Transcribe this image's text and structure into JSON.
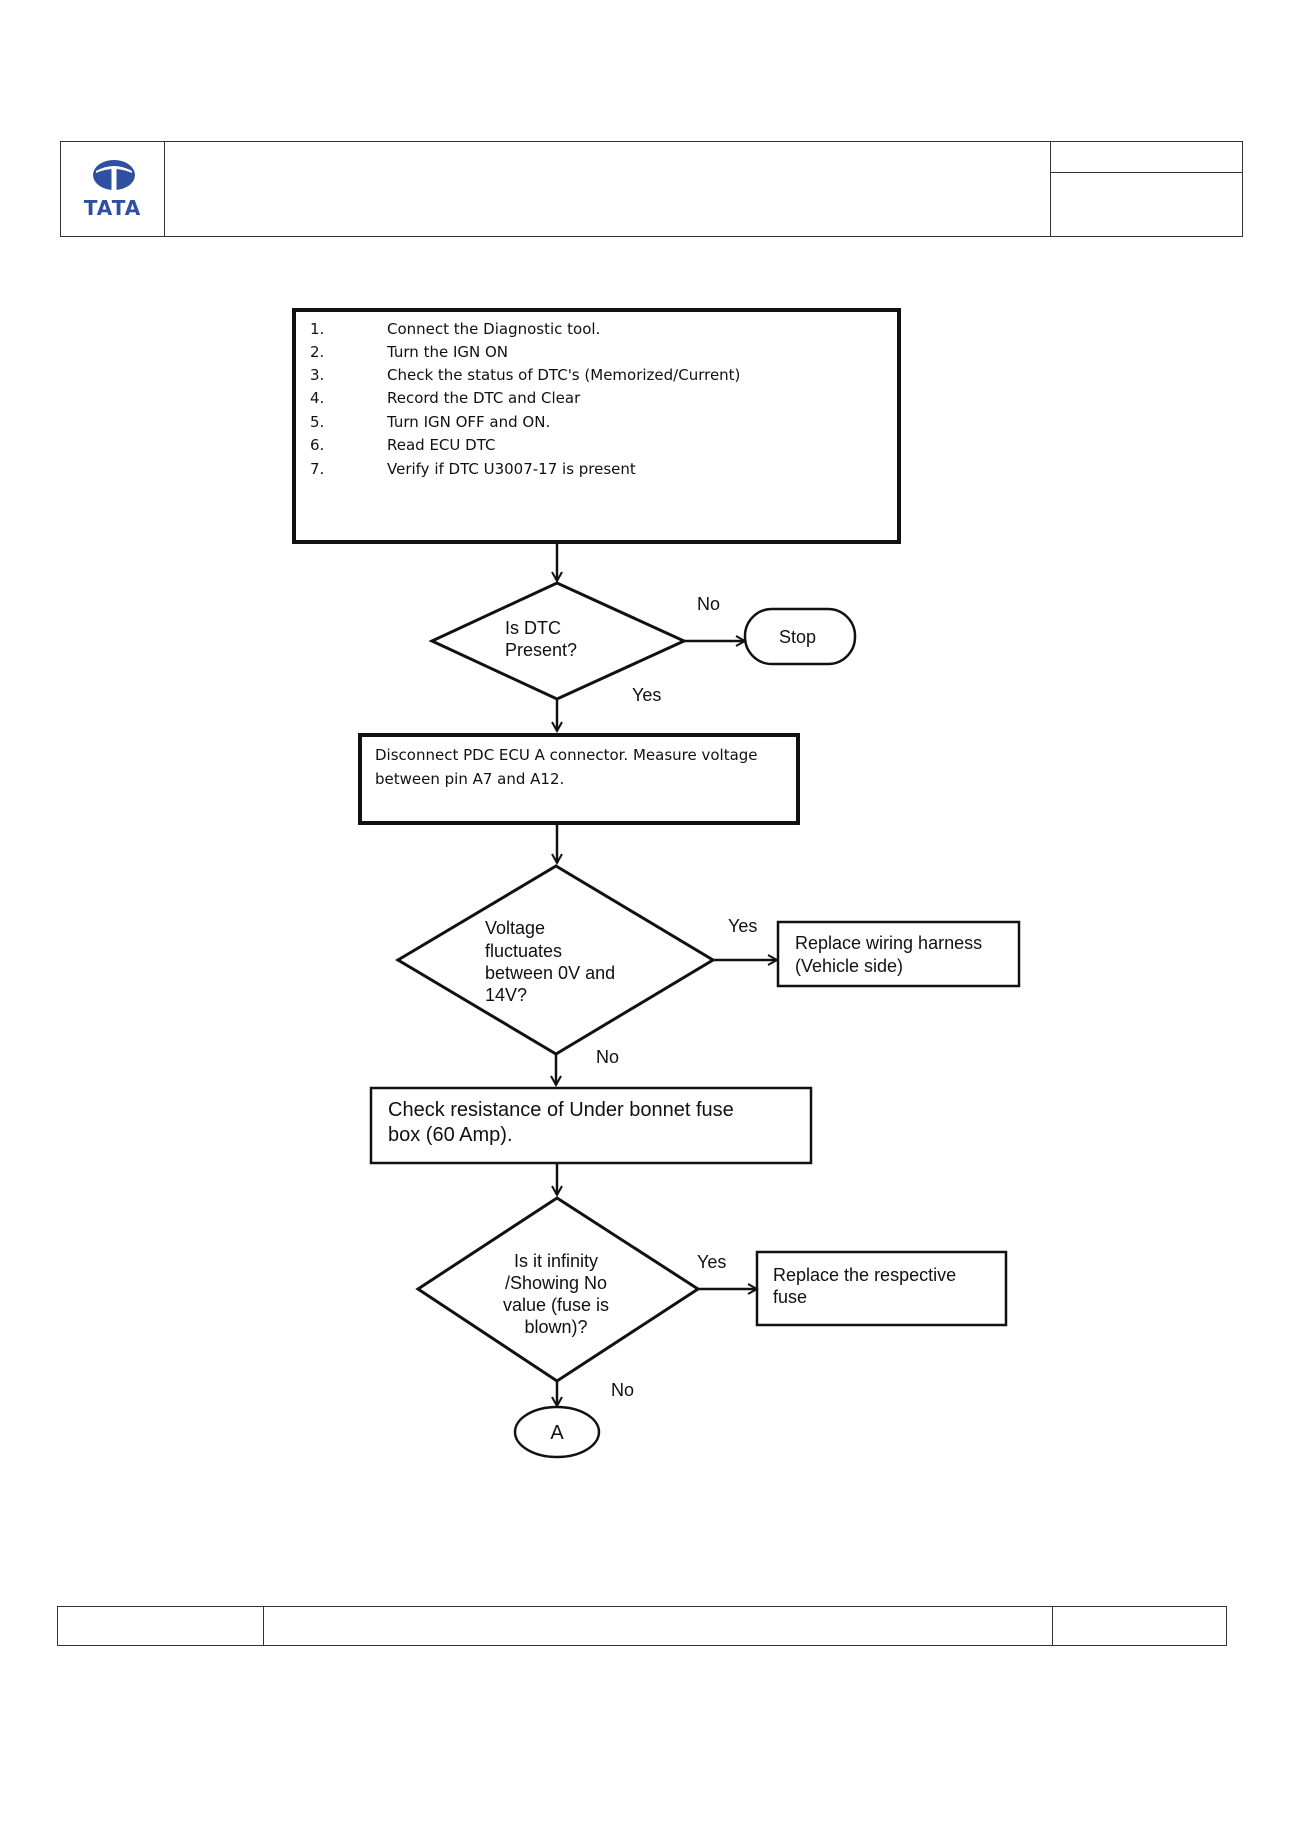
{
  "header": {
    "logo_text": "TATA",
    "brand_color": "#2f4fa0"
  },
  "flowchart": {
    "step_numbers": [
      "1.",
      "2.",
      "3.",
      "4.",
      "5.",
      "6.",
      "7."
    ],
    "steps": [
      "Connect the Diagnostic tool.",
      "Turn the IGN ON",
      "Check the status of DTC's (Memorized/Current)",
      "Record the DTC and Clear",
      "Turn IGN OFF and ON.",
      "Read ECU DTC",
      "Verify if DTC U3007-17 is present"
    ],
    "decision1": [
      "Is DTC",
      "Present?"
    ],
    "decision1_no": "No",
    "decision1_yes": "Yes",
    "stop_label": "Stop",
    "action1": [
      "Disconnect PDC ECU A connector. Measure voltage",
      "between pin A7 and A12."
    ],
    "decision2": [
      "Voltage",
      "fluctuates",
      "between 0V and",
      "14V?"
    ],
    "decision2_yes": "Yes",
    "decision2_no": "No",
    "result2": [
      "Replace wiring harness",
      "(Vehicle side)"
    ],
    "action2": [
      "Check resistance of Under bonnet fuse",
      "box (60 Amp)."
    ],
    "decision3": [
      "Is it infinity",
      "/Showing No",
      "value (fuse is",
      "blown)?"
    ],
    "decision3_yes": "Yes",
    "decision3_no": "No",
    "result3": [
      "Replace the respective",
      "fuse"
    ],
    "connector_label": "A"
  }
}
